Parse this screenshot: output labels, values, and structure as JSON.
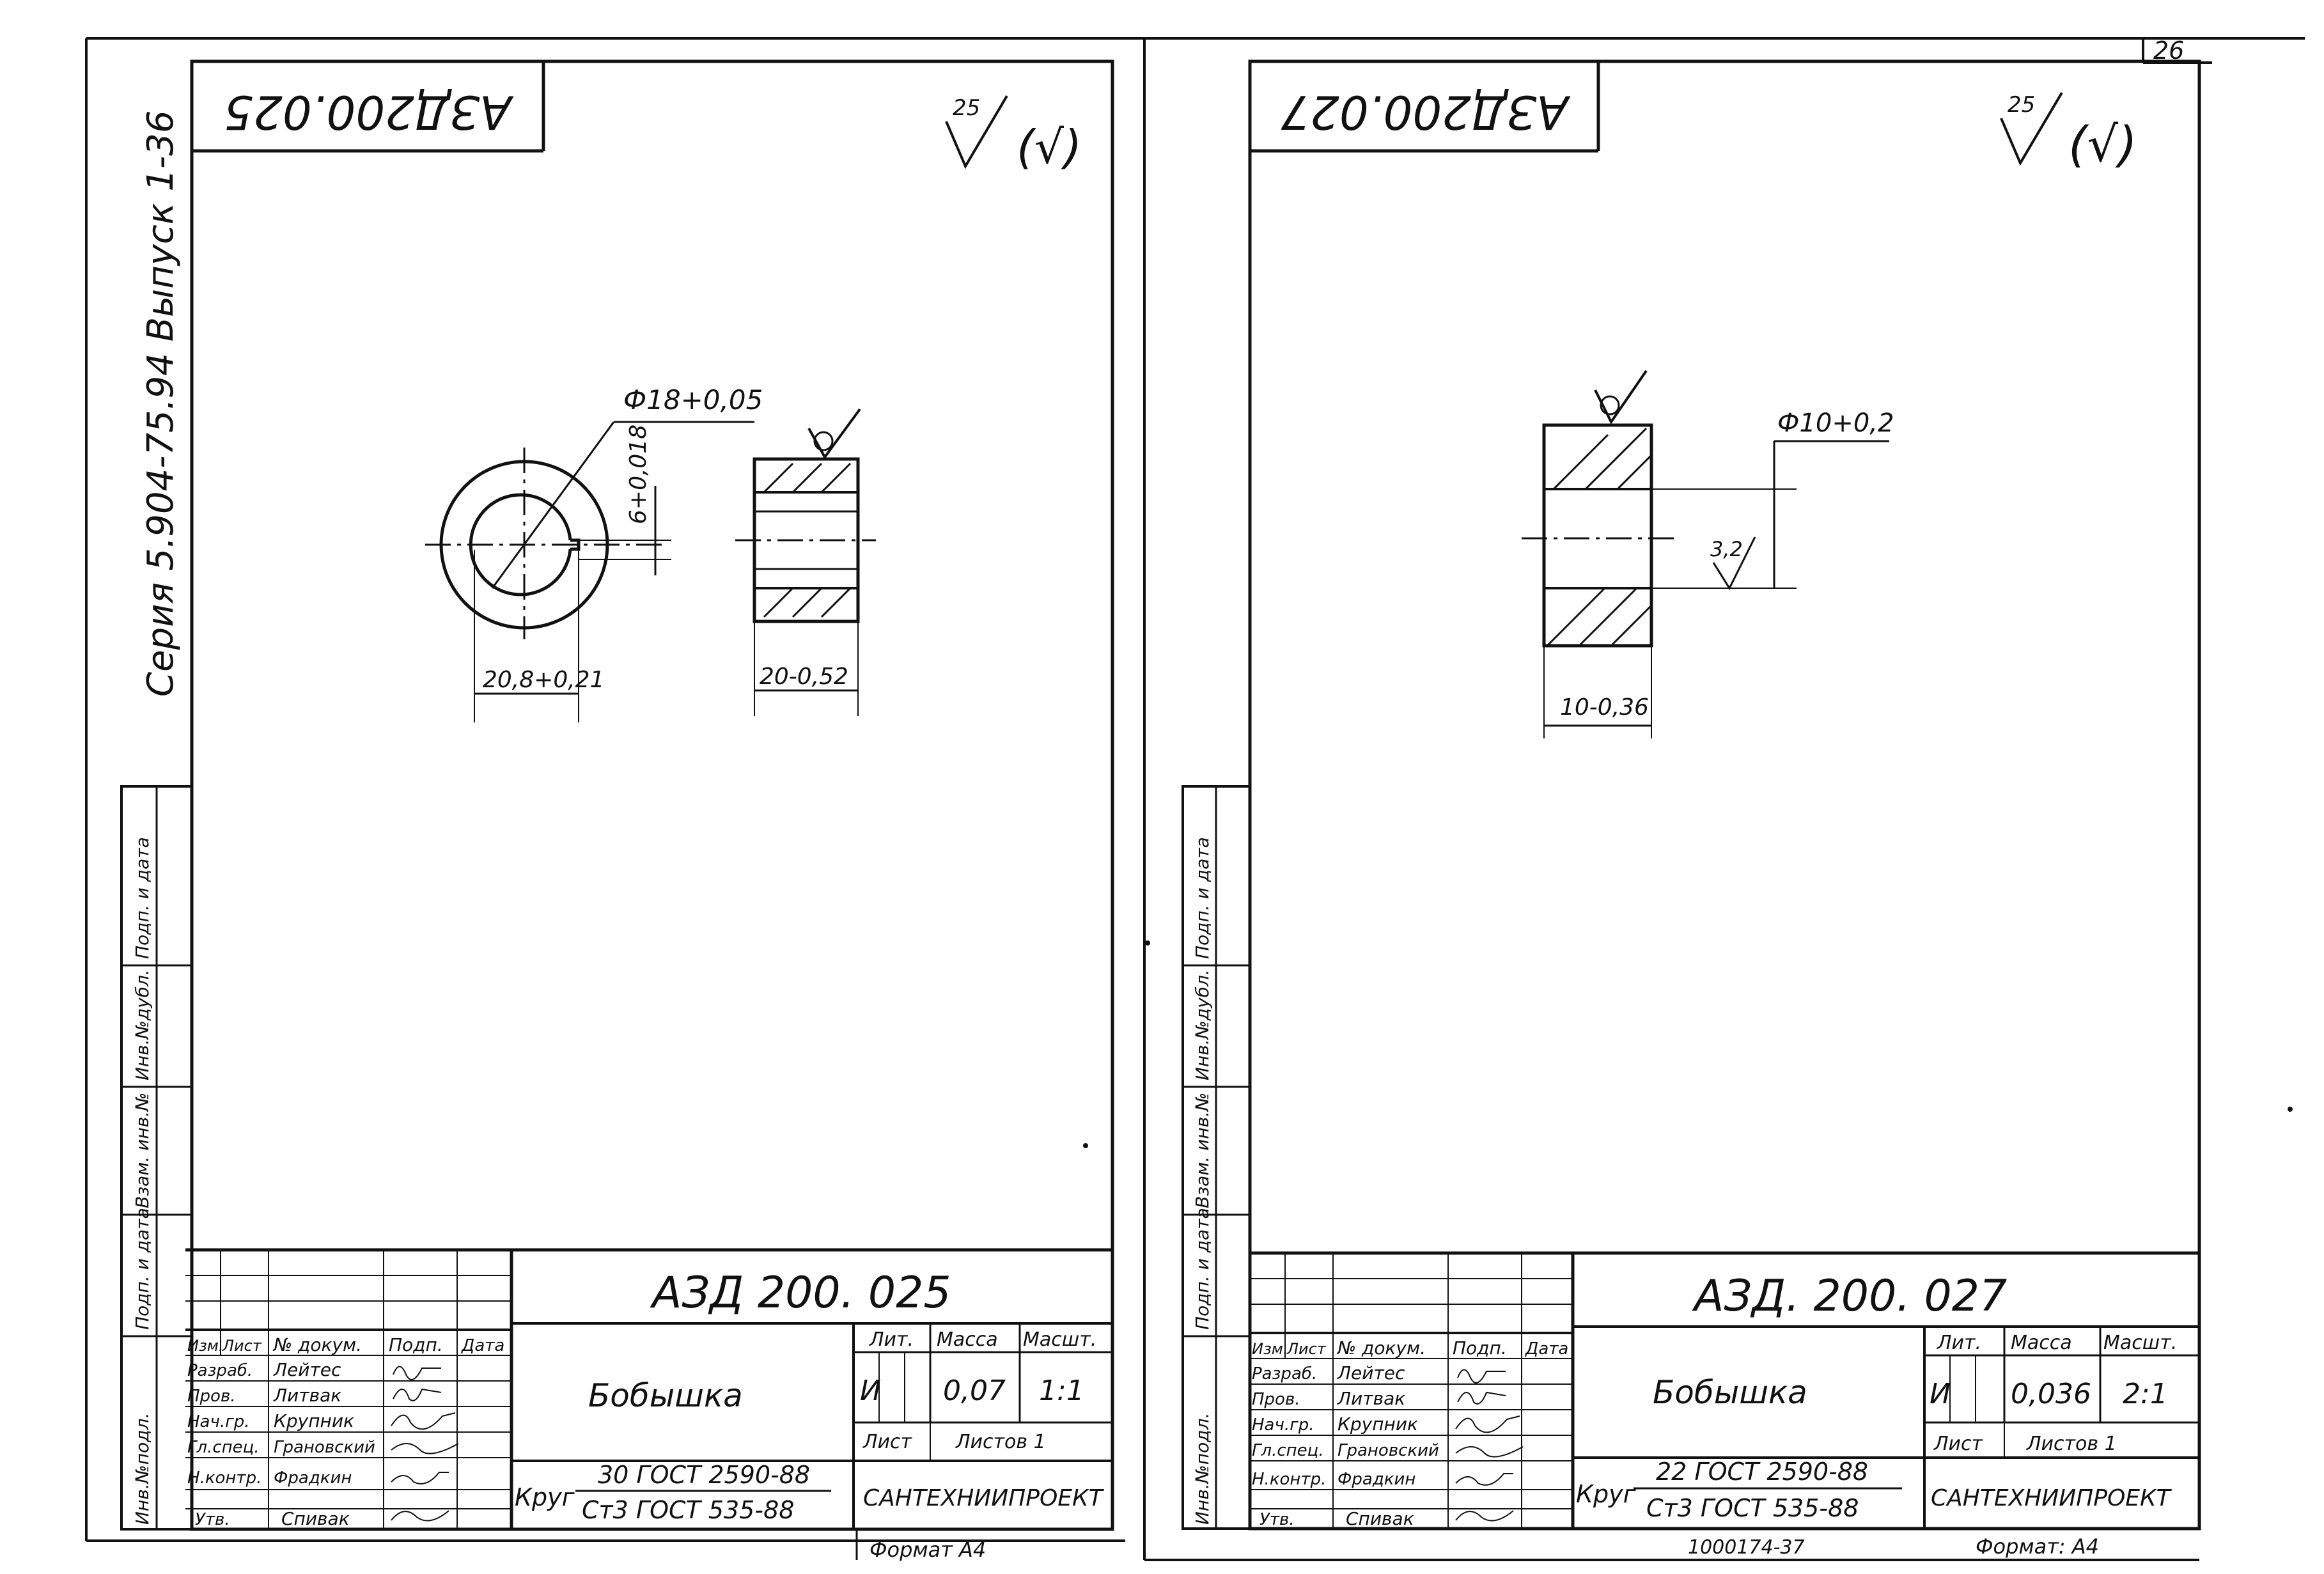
{
  "page_number": "26",
  "series_label": "Серия 5.904-75.94 Выпуск 1-36",
  "side_stamp": [
    "Инв.№подл.",
    "Подп. и дата",
    "Взам. инв.№",
    "Инв.№дубл.",
    "Подп. и дата"
  ],
  "sheets": [
    {
      "rotated_code": "АЗД200.025",
      "roughness_general": "25",
      "roughness_paren": "(√)",
      "dimensions": {
        "bore": "Ф18+0,05",
        "keyway": "6+0,018",
        "key_depth": "20,8+0,21",
        "width": "20-0,52"
      },
      "title_block": {
        "code": "АЗД 200. 025",
        "name": "Бобышка",
        "material_prefix": "Круг",
        "material_top": "30 ГОСТ 2590-88",
        "material_bottom": "Ст3 ГОСТ 535-88",
        "hdr_lit": "Лит.",
        "hdr_mass": "Масса",
        "hdr_scale": "Масшт.",
        "lit": "И",
        "mass": "0,07",
        "scale": "1:1",
        "sheet_label": "Лист",
        "sheets_label": "Листов 1",
        "org": "САНТЕХНИИПРОЕКТ",
        "col_headers": [
          "Изм.",
          "Лист",
          "№ докум.",
          "Подп.",
          "Дата"
        ],
        "roles": [
          "Разраб.",
          "Пров.",
          "Нач.гр.",
          "Гл.спец.",
          "Н.контр.",
          "Утв."
        ],
        "people": [
          "Лейтес",
          "Литвак",
          "Крупник",
          "Грановский",
          "Фрадкин",
          "Спивак"
        ]
      },
      "format": "Формат А4"
    },
    {
      "rotated_code": "АЗД200.027",
      "roughness_general": "25",
      "roughness_paren": "(√)",
      "dimensions": {
        "bore": "Ф10+0,2",
        "roughness_bore": "3,2",
        "width": "10-0,36"
      },
      "title_block": {
        "code": "АЗД. 200. 027",
        "name": "Бобышка",
        "material_prefix": "Круг",
        "material_top": "22 ГОСТ 2590-88",
        "material_bottom": "Ст3 ГОСТ 535-88",
        "hdr_lit": "Лит.",
        "hdr_mass": "Масса",
        "hdr_scale": "Масшт.",
        "lit": "И",
        "mass": "0,036",
        "scale": "2:1",
        "sheet_label": "Лист",
        "sheets_label": "Листов 1",
        "org": "САНТЕХНИИПРОЕКТ",
        "col_headers": [
          "Изм.",
          "Лист",
          "№ докум.",
          "Подп.",
          "Дата"
        ],
        "roles": [
          "Разраб.",
          "Пров.",
          "Нач.гр.",
          "Гл.спец.",
          "Н.контр.",
          "Утв."
        ],
        "people": [
          "Лейтес",
          "Литвак",
          "Крупник",
          "Грановский",
          "Фрадкин",
          "Спивак"
        ]
      },
      "format": "Формат: А4",
      "archive_number": "1000174-37"
    }
  ]
}
